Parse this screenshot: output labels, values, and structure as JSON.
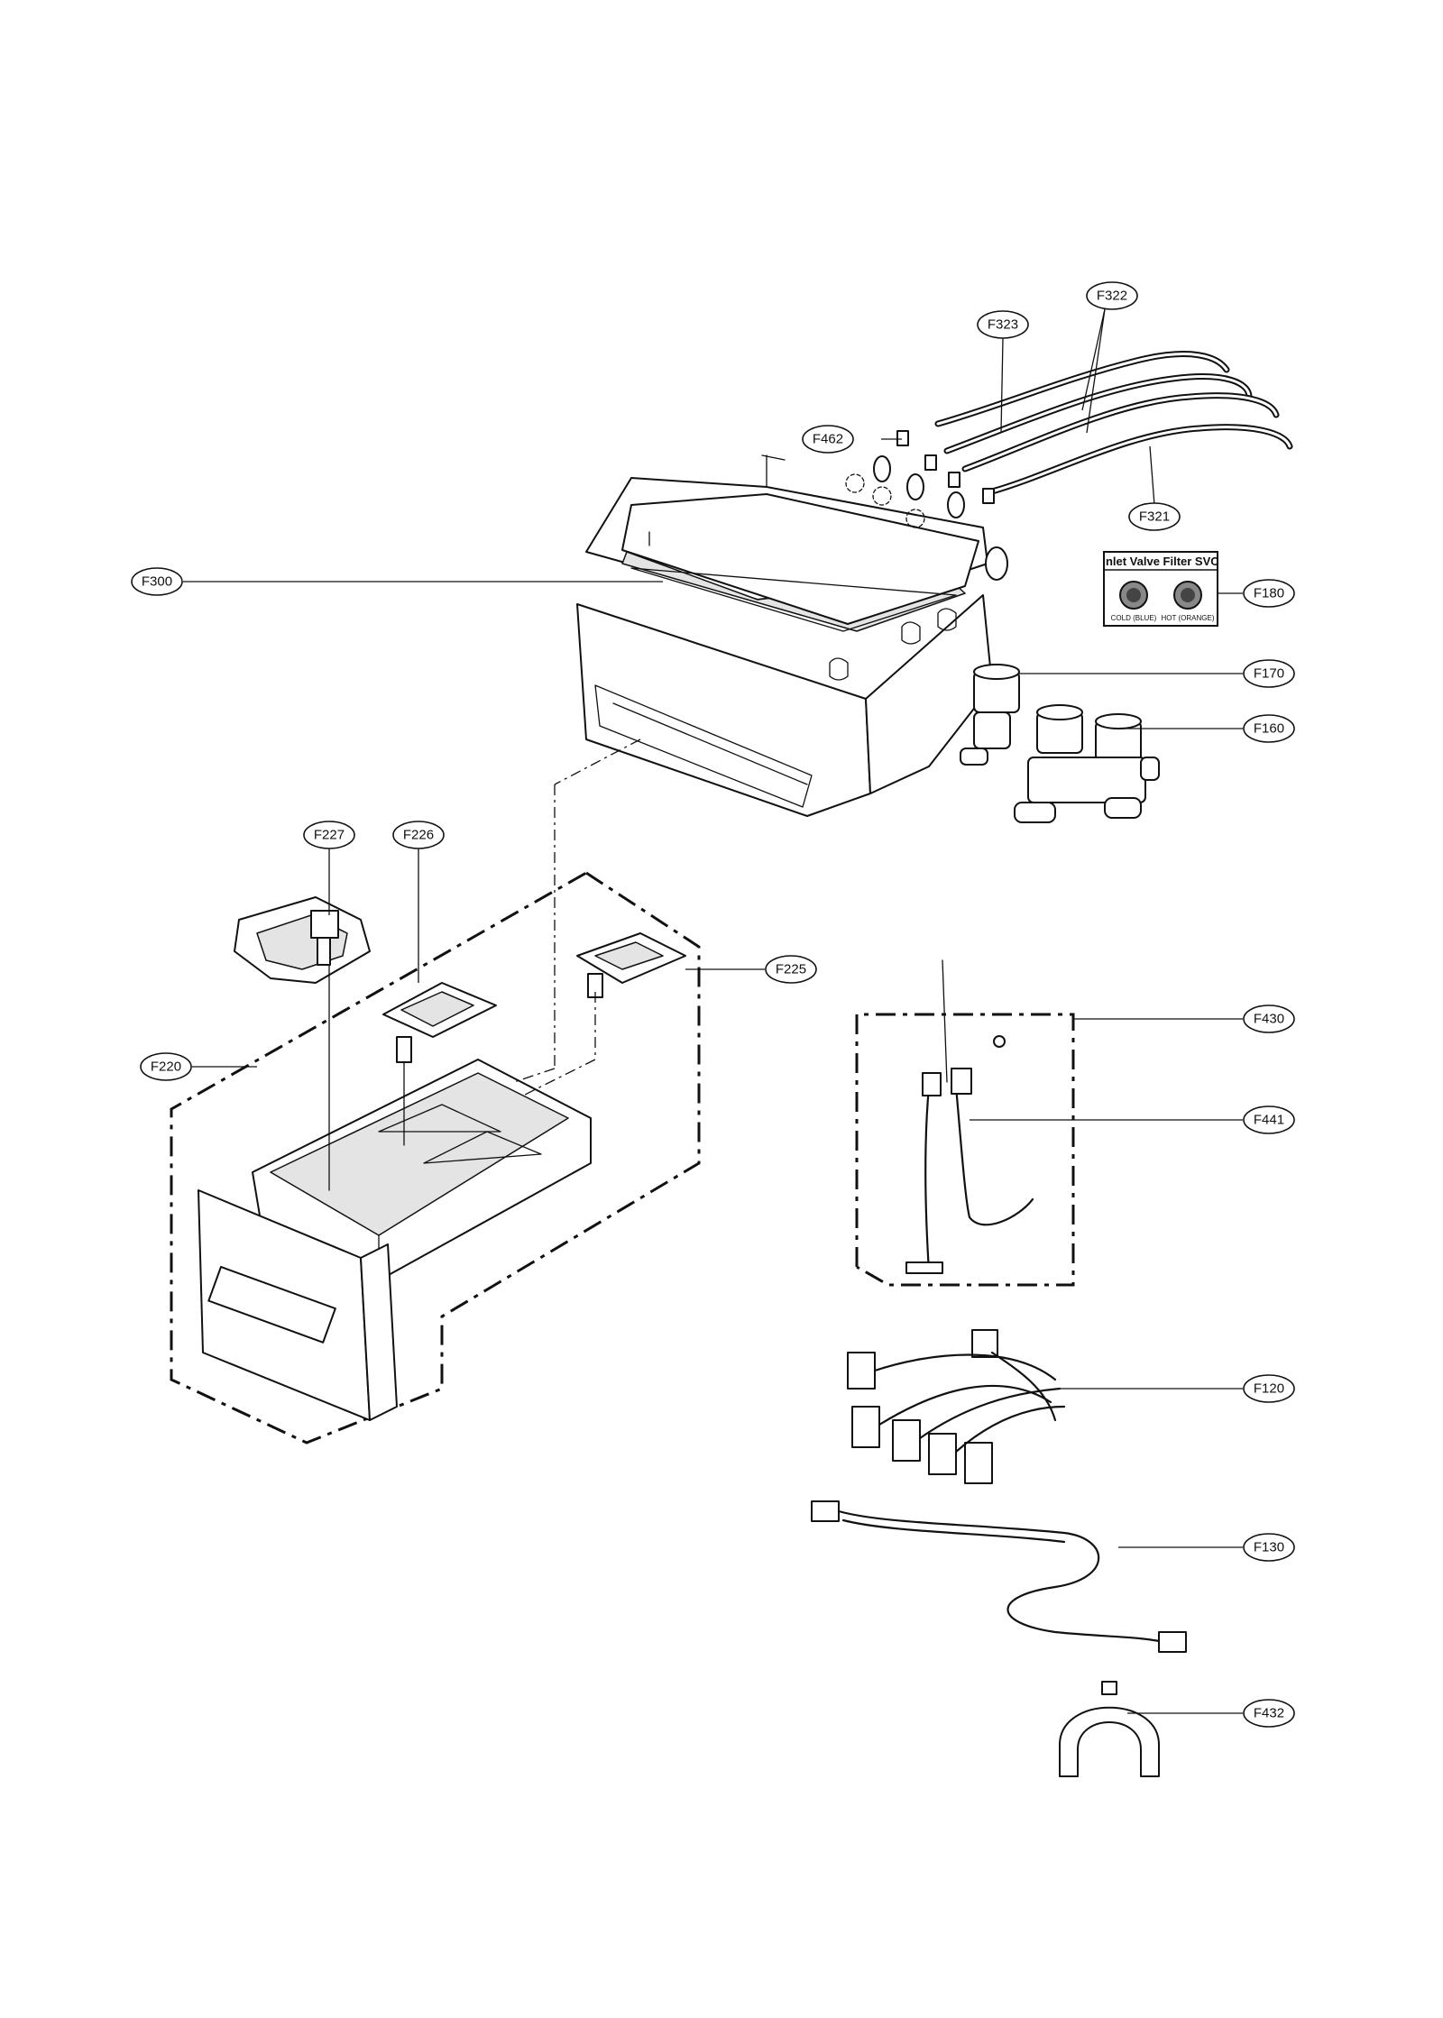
{
  "callouts": [
    {
      "id": "F323",
      "label": "F323"
    },
    {
      "id": "F322",
      "label": "F322"
    },
    {
      "id": "F462",
      "label": "F462"
    },
    {
      "id": "F321",
      "label": "F321"
    },
    {
      "id": "F300",
      "label": "F300"
    },
    {
      "id": "F180",
      "label": "F180"
    },
    {
      "id": "F170",
      "label": "F170"
    },
    {
      "id": "F160",
      "label": "F160"
    },
    {
      "id": "F227",
      "label": "F227"
    },
    {
      "id": "F226",
      "label": "F226"
    },
    {
      "id": "F225",
      "label": "F225"
    },
    {
      "id": "F220",
      "label": "F220"
    },
    {
      "id": "F430",
      "label": "F430"
    },
    {
      "id": "F441",
      "label": "F441"
    },
    {
      "id": "F120",
      "label": "F120"
    },
    {
      "id": "F130",
      "label": "F130"
    },
    {
      "id": "F432",
      "label": "F432"
    }
  ],
  "filter_box": {
    "title": "Inlet Valve Filter SVC",
    "cold_label": "COLD (BLUE)",
    "hot_label": "HOT (ORANGE)"
  }
}
